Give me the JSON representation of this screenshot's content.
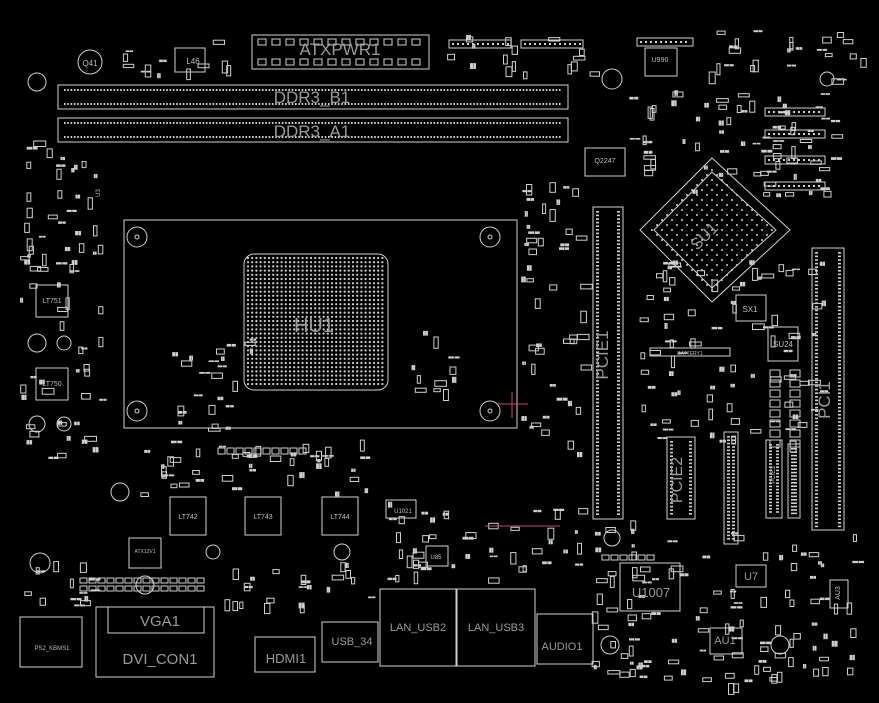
{
  "diagram": {
    "colors": {
      "background": "#000000",
      "outline": "#d0d0d0",
      "pad": "#cfcfcf",
      "label": "#9a9a9a",
      "accent": "#c8467a"
    },
    "large_labels": {
      "atxpwr": "ATXPWR1",
      "ddr_b1": "DDR3_B1",
      "ddr_a1": "DDR3_A1",
      "cpu": "HU1",
      "pcie1": "PCIE1",
      "pcie2": "PCIE2",
      "pci1": "PCI1",
      "sb": "SU1",
      "vga": "VGA1",
      "dvi": "DVI_CON1",
      "hdmi": "HDMI1",
      "usb": "USB_34",
      "lan_usb1": "LAN_USB2",
      "lan_usb2": "LAN_USB3",
      "audio": "AUDIO1",
      "u1007": "U1007",
      "u7": "U7",
      "au1": "AU1"
    },
    "small_labels": {
      "q41": "Q41",
      "l46": "L46",
      "u990": "U990",
      "q2247": "Q2247",
      "lt751": "LT751",
      "lt750": "LT750",
      "lt742": "LT742",
      "lt743": "LT743",
      "lt744": "LT744",
      "sx1": "SX1",
      "su24": "SU24",
      "battery": "BATTERY1",
      "u1021": "U1021",
      "u85": "U85",
      "ps2": "PS2_KBMS1",
      "atxio": "ATX12V1",
      "pcie3": "PCIE3",
      "au3": "AU3",
      "u3": "U3"
    }
  }
}
